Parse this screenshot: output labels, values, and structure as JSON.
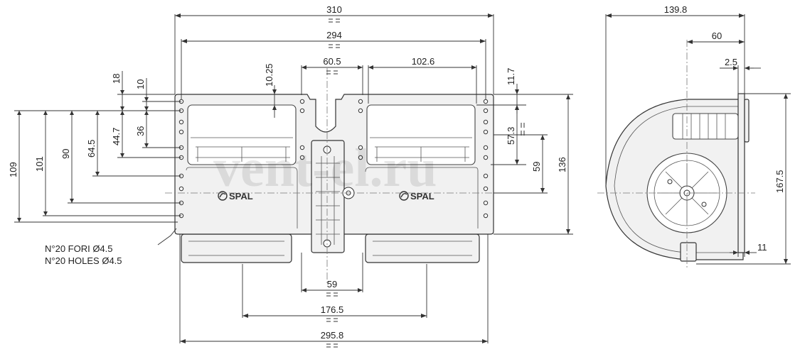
{
  "dimensions": {
    "total_width": "310",
    "holes_spacing": "294",
    "center_gap": "60.5",
    "outlet_width": "102.6",
    "dim_10_25": "10.25",
    "dim_11_7": "11.7",
    "dim_57_3": "57.3",
    "dim_59_right": "59",
    "height_136": "136",
    "dim_18": "18",
    "dim_10": "10",
    "dim_36": "36",
    "dim_44_7": "44.7",
    "dim_64_5": "64.5",
    "dim_90": "90",
    "dim_101": "101",
    "dim_109": "109",
    "bottom_59": "59",
    "bottom_176_5": "176.5",
    "bottom_295_8": "295.8",
    "side_depth": "139.8",
    "side_60": "60",
    "side_2_5": "2.5",
    "side_height": "167.5",
    "side_11": "11"
  },
  "notes": {
    "holes_it": "N°20 FORI Ø4.5",
    "holes_en": "N°20 HOLES Ø4.5"
  },
  "brand": {
    "left_logo": "SPAL",
    "right_logo": "SPAL"
  },
  "watermark": "vent-el.ru"
}
